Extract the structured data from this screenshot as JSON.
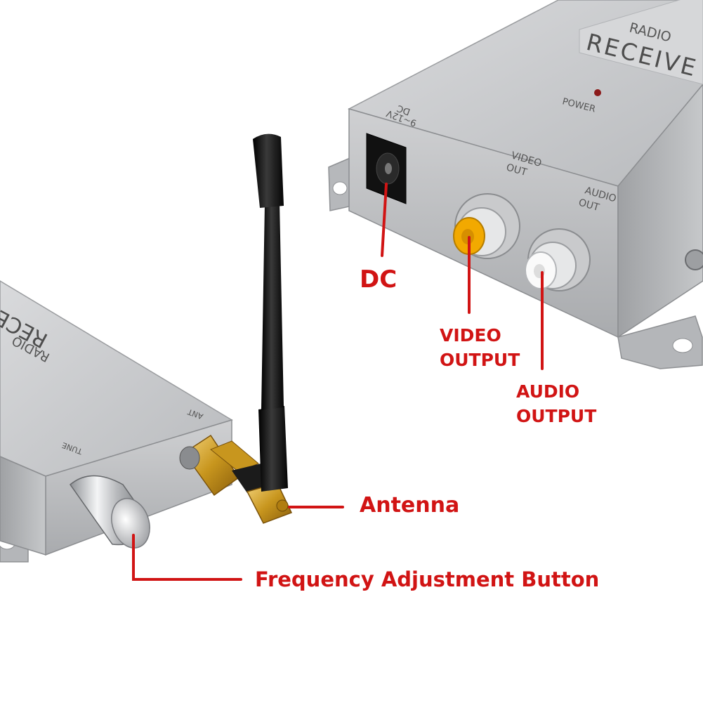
{
  "device_markings": {
    "receiver_title_line1": "RADIO",
    "receiver_title_line2": "RECEIVE",
    "power_label": "POWER",
    "dc_label_line1": "DC",
    "dc_label_line2": "9~12V",
    "video_out_line1": "VIDEO",
    "video_out_line2": "OUT",
    "audio_out_line1": "AUDIO",
    "audio_out_line2": "OUT",
    "front_title_line1": "RADIO",
    "front_title_line2": "RECE",
    "tune_label": "TUNE",
    "ant_label": "ANT"
  },
  "callouts": {
    "dc": "DC",
    "video_line1": "VIDEO",
    "video_line2": "OUTPUT",
    "audio_line1": "AUDIO",
    "audio_line2": "OUTPUT",
    "antenna": "Antenna",
    "frequency": "Frequency Adjustment Button"
  },
  "colors": {
    "callout": "#d11414",
    "casing": "#c4c6c8",
    "antenna": "#111111",
    "gold": "#c8961e",
    "video_jack": "#f2a900",
    "audio_jack": "#ffffff"
  }
}
